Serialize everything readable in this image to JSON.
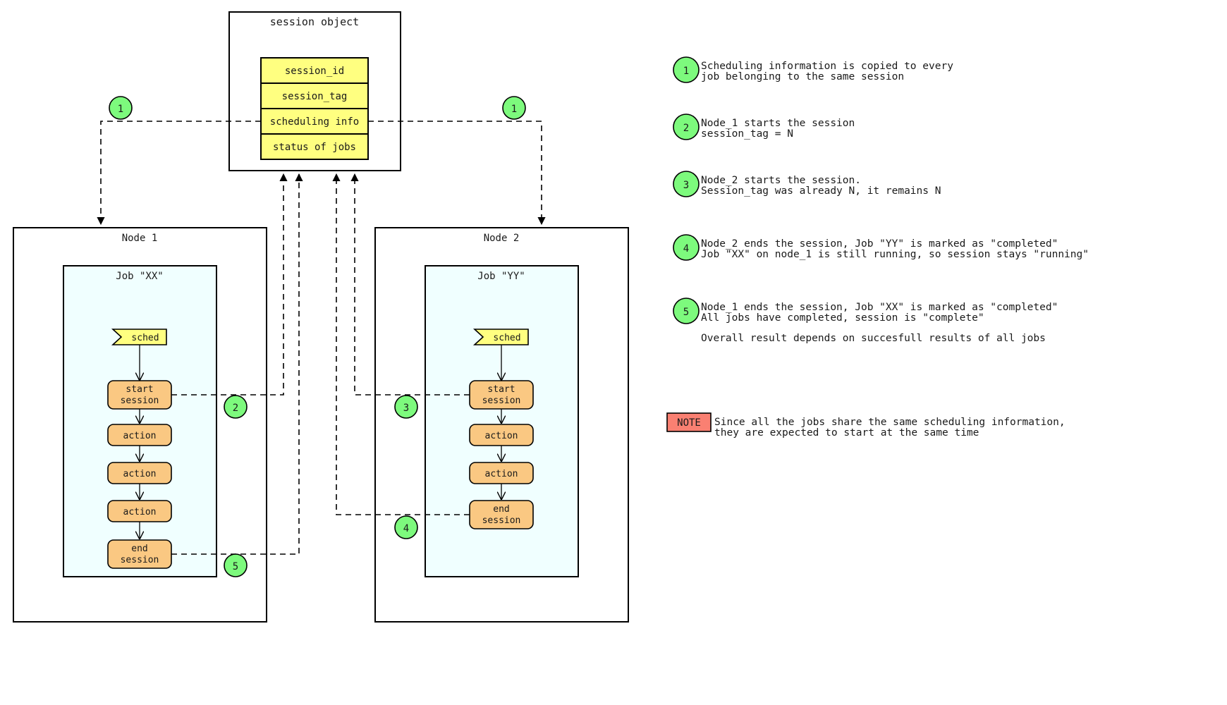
{
  "session_object": {
    "title": "session object",
    "fields": [
      "session_id",
      "session_tag",
      "scheduling info",
      "status of jobs"
    ],
    "field_fill": "#ffff80"
  },
  "nodes": [
    {
      "title": "Node 1",
      "job": {
        "title": "Job \"XX\"",
        "sched_label": "sched",
        "steps": [
          "start\nsession",
          "action",
          "action",
          "action",
          "end\nsession"
        ],
        "step_lines": [
          [
            "start",
            "session"
          ],
          [
            "action"
          ],
          [
            "action"
          ],
          [
            "action"
          ],
          [
            "end",
            "session"
          ]
        ]
      }
    },
    {
      "title": "Node 2",
      "job": {
        "title": "Job \"YY\"",
        "sched_label": "sched",
        "steps": [
          "start\nsession",
          "action",
          "action",
          "end\nsession"
        ],
        "step_lines": [
          [
            "start",
            "session"
          ],
          [
            "action"
          ],
          [
            "action"
          ],
          [
            "end",
            "session"
          ]
        ]
      }
    }
  ],
  "markers": [
    "1",
    "1",
    "2",
    "3",
    "4",
    "5"
  ],
  "legend": [
    {
      "num": "1",
      "lines": [
        "Scheduling information is copied to every",
        "job belonging to the same session"
      ]
    },
    {
      "num": "2",
      "lines": [
        "Node_1 starts the session",
        "session_tag = N"
      ]
    },
    {
      "num": "3",
      "lines": [
        "Node_2 starts the session.",
        "Session_tag was already N, it remains N"
      ]
    },
    {
      "num": "4",
      "lines": [
        "Node_2 ends the session, Job \"YY\" is marked as \"completed\"",
        "Job \"XX\" on node_1 is still running, so session stays \"running\""
      ]
    },
    {
      "num": "5",
      "lines": [
        "Node_1 ends the session, Job \"XX\" is marked as \"completed\"",
        "All jobs have completed, session is \"complete\""
      ]
    }
  ],
  "overall_note": "Overall result depends on succesfull results of all jobs",
  "note_box": {
    "label": "NOTE",
    "lines": [
      "Since all the jobs share the same scheduling information,",
      "they are expected to start at the same time"
    ],
    "fill": "#fa8072"
  },
  "colors": {
    "marker_fill": "#7dfa7d",
    "sched_fill": "#ffff80",
    "step_fill": "#fac882",
    "job_fill": "#f0ffff",
    "stroke": "#000000",
    "text": "#1a1a1a"
  }
}
